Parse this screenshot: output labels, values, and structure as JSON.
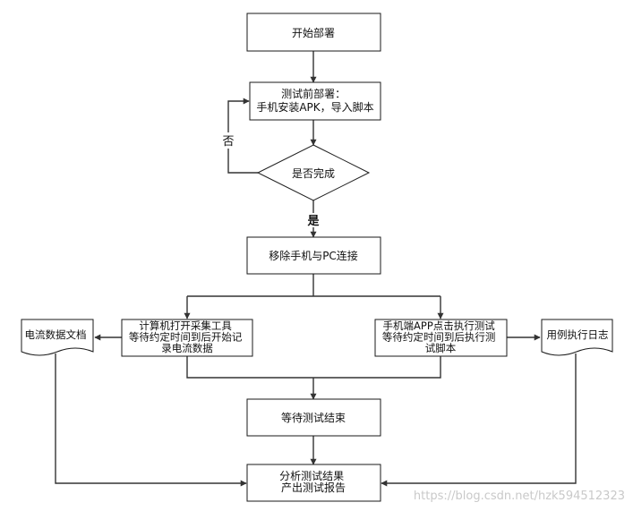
{
  "nodes": {
    "start": {
      "lines": [
        "开始部署"
      ]
    },
    "prep": {
      "lines": [
        "测试前部署：",
        "手机安装APK，导入脚本"
      ]
    },
    "decision": {
      "lines": [
        "是否完成"
      ]
    },
    "remove": {
      "lines": [
        "移除手机与PC连接"
      ]
    },
    "pc": {
      "lines": [
        "计算机打开采集工具",
        "等待约定时间到后开始记",
        "录电流数据"
      ]
    },
    "phone": {
      "lines": [
        "手机端APP点击执行测试",
        "等待约定时间到后执行测",
        "试脚本"
      ]
    },
    "current_doc": {
      "lines": [
        "电流数据文档"
      ]
    },
    "log_doc": {
      "lines": [
        "用例执行日志"
      ]
    },
    "wait": {
      "lines": [
        "等待测试结束"
      ]
    },
    "analyze": {
      "lines": [
        "分析测试结果",
        "产出测试报告"
      ]
    }
  },
  "edge_labels": {
    "no": "否",
    "yes": "是"
  },
  "watermark": "https://blog.csdn.net/hzk594512323",
  "colors": {
    "line": "#333333",
    "box_border": "#1a1a1a",
    "watermark": "#c9c9c9"
  }
}
